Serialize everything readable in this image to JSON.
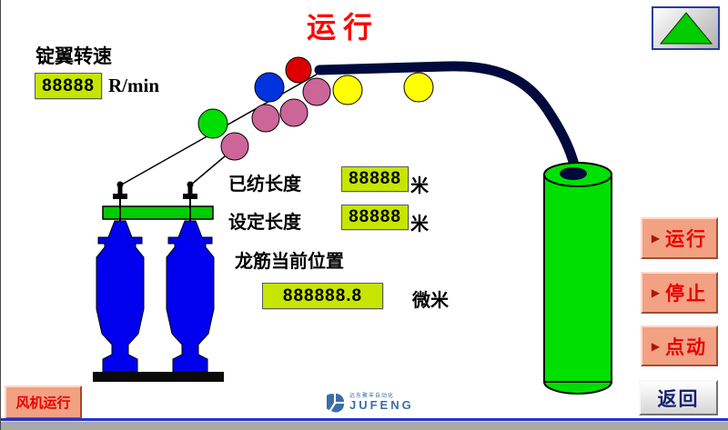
{
  "title": "运行",
  "flyer_speed": {
    "label": "锭翼转速",
    "value": "88888",
    "unit": "R/min"
  },
  "readouts": {
    "spun": {
      "label": "已纺长度",
      "value": "88888",
      "unit": "米"
    },
    "set": {
      "label": "设定长度",
      "value": "88888",
      "unit": "米"
    },
    "rail": {
      "label": "龙筋当前位置",
      "value": "888888.8",
      "unit": "微米"
    }
  },
  "buttons": {
    "run": {
      "glyph": "▶",
      "label": "运行"
    },
    "stop": {
      "glyph": "▶",
      "label": "停止"
    },
    "jog": {
      "glyph": "▶",
      "label": "点动"
    },
    "back": {
      "label": "返回"
    },
    "fan": {
      "label": "风机运行"
    }
  },
  "logo": {
    "brand": "JUFENG",
    "tagline": "远东聚丰自动化"
  },
  "colors": {
    "title_red": "#ff0000",
    "value_bg": "#c6e600",
    "button_salmon": "#f2a183",
    "button_text_red": "#e80000",
    "cylinder_green": "#00e000",
    "rail_green": "#00cc00",
    "bobbin_blue": "#0000ee",
    "tube_navy": "#000a3c",
    "back_text_navy": "#17226e"
  }
}
